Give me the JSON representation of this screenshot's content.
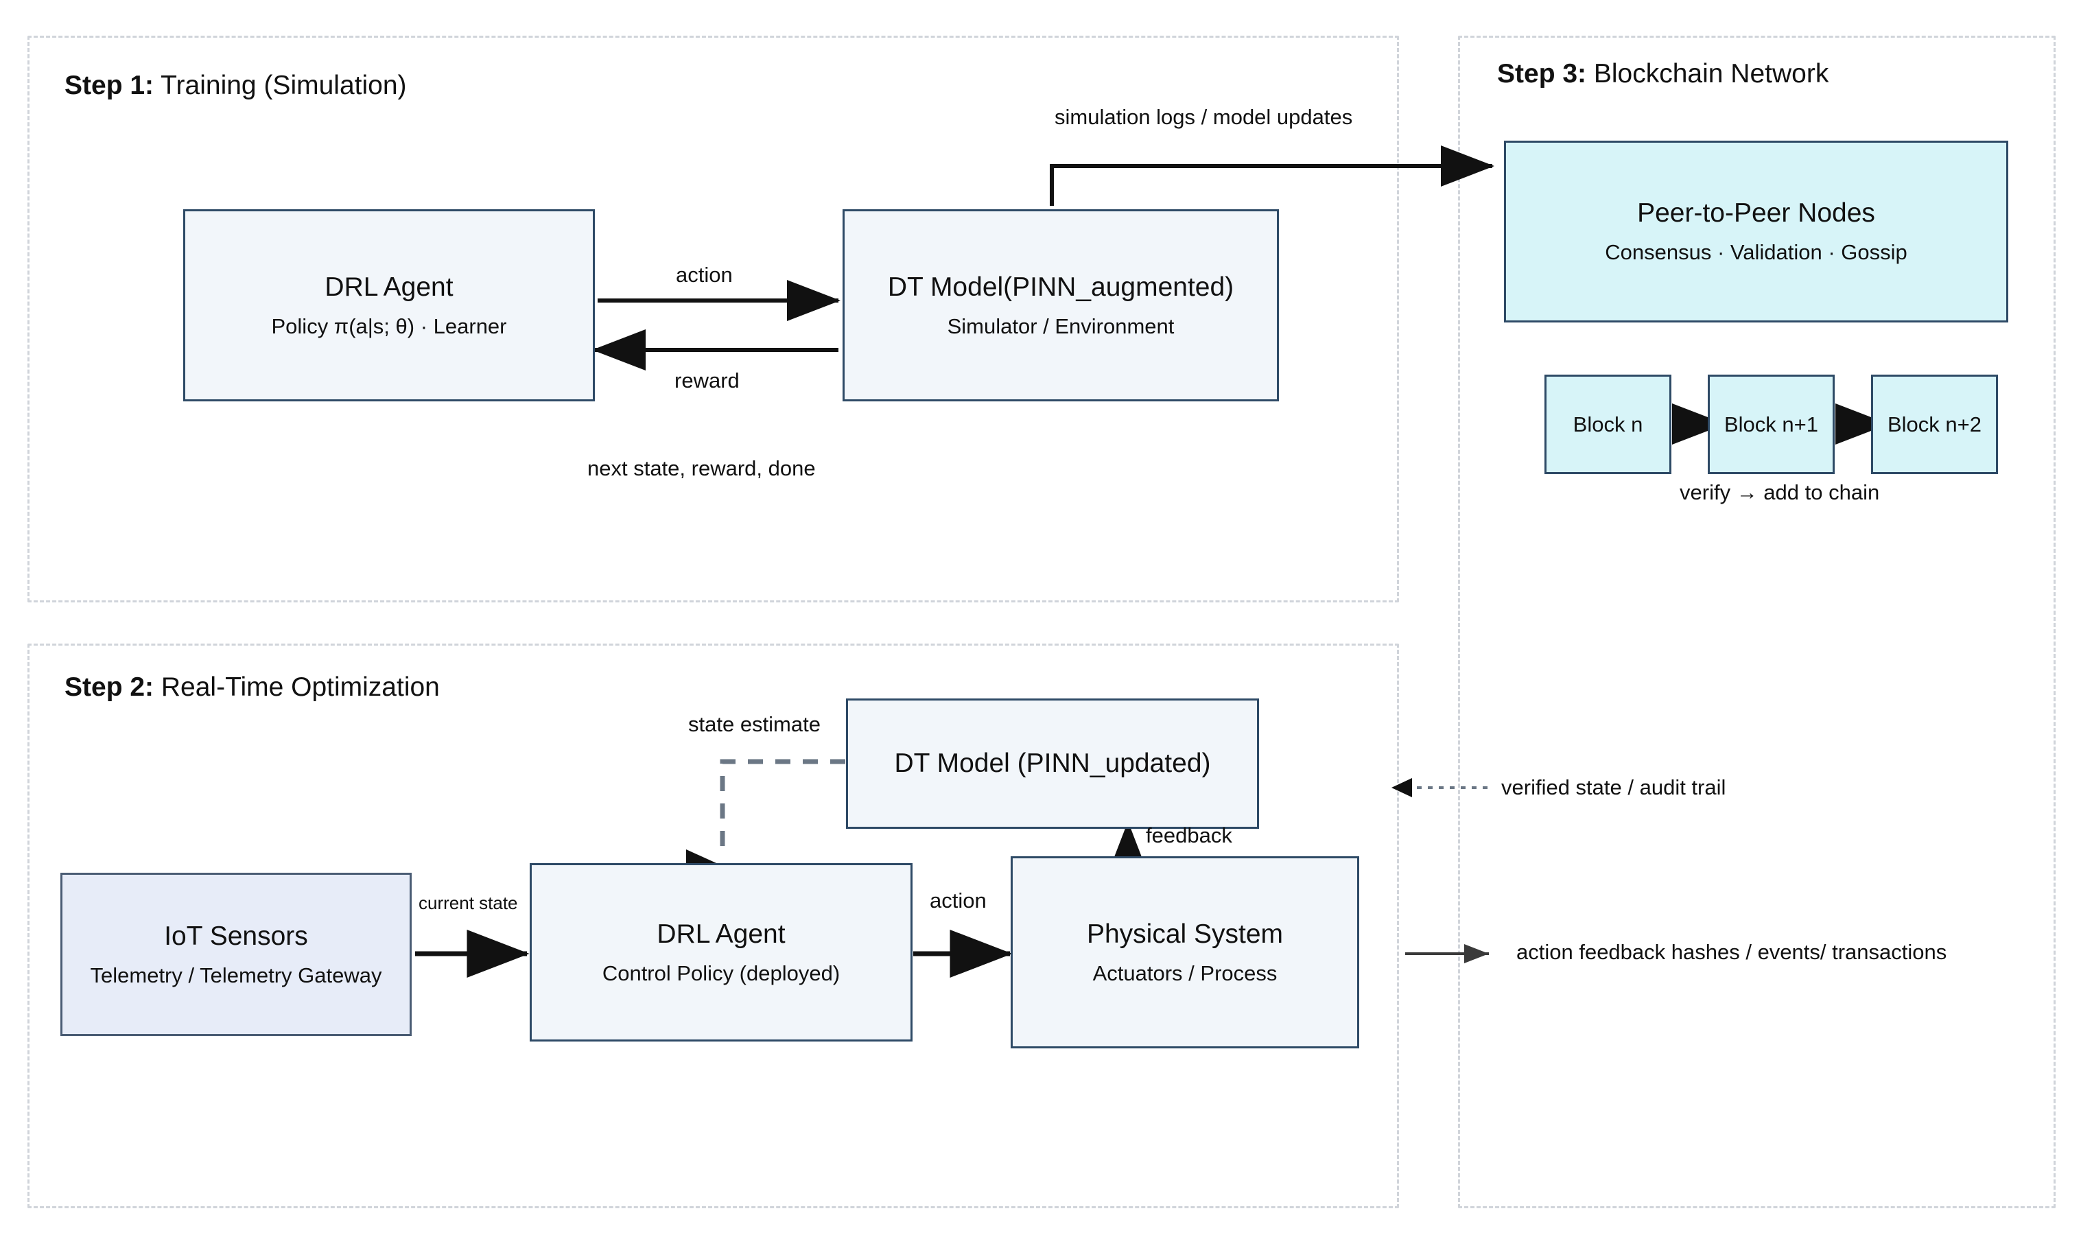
{
  "diagram": {
    "title_step1_bold": "Step 1:",
    "title_step1_rest": " Training (Simulation)",
    "title_step2_bold": "Step 2:",
    "title_step2_rest": " Real-Time Optimization",
    "title_step3_bold": "Step 3:",
    "title_step3_rest": " Blockchain Network"
  },
  "step1": {
    "drl_agent": {
      "title": "DRL Agent",
      "subtitle": "Policy π(a|s; θ) · Learner"
    },
    "dt_model": {
      "title": "DT Model(PINN_augmented)",
      "subtitle": "Simulator / Environment"
    },
    "label_action": "action",
    "label_reward": "reward",
    "label_next_state": "next state, reward, done",
    "label_sim_logs": "simulation logs / model updates"
  },
  "step2": {
    "iot_sensors": {
      "title": "IoT Sensors",
      "subtitle": "Telemetry / Telemetry Gateway"
    },
    "drl_agent": {
      "title": "DRL Agent",
      "subtitle": "Control Policy (deployed)"
    },
    "physical_system": {
      "title": "Physical System",
      "subtitle": "Actuators / Process"
    },
    "dt_model": {
      "title": "DT Model (PINN_updated)",
      "subtitle": ""
    },
    "label_current_state": "current state",
    "label_action": "action",
    "label_feedback": "feedback",
    "label_state_estimate": "state estimate"
  },
  "step3": {
    "p2p": {
      "title": "Peer-to-Peer Nodes",
      "subtitle": "Consensus · Validation · Gossip"
    },
    "blocks": [
      "Block n",
      "Block n+1",
      "Block n+2"
    ],
    "label_verify": "verify → add to chain",
    "label_verified_state": "verified state / audit trail",
    "label_action_hashes": "action feedback hashes / events/ transactions"
  },
  "colors": {
    "node_fill": "#f2f6fa",
    "node_border": "#2e4a66",
    "cyan_fill": "#d7f4f8",
    "lavender_fill": "#e7ecf8",
    "group_border": "#d0d4da",
    "edge": "#111111",
    "dashed_edge": "#6b7785"
  }
}
